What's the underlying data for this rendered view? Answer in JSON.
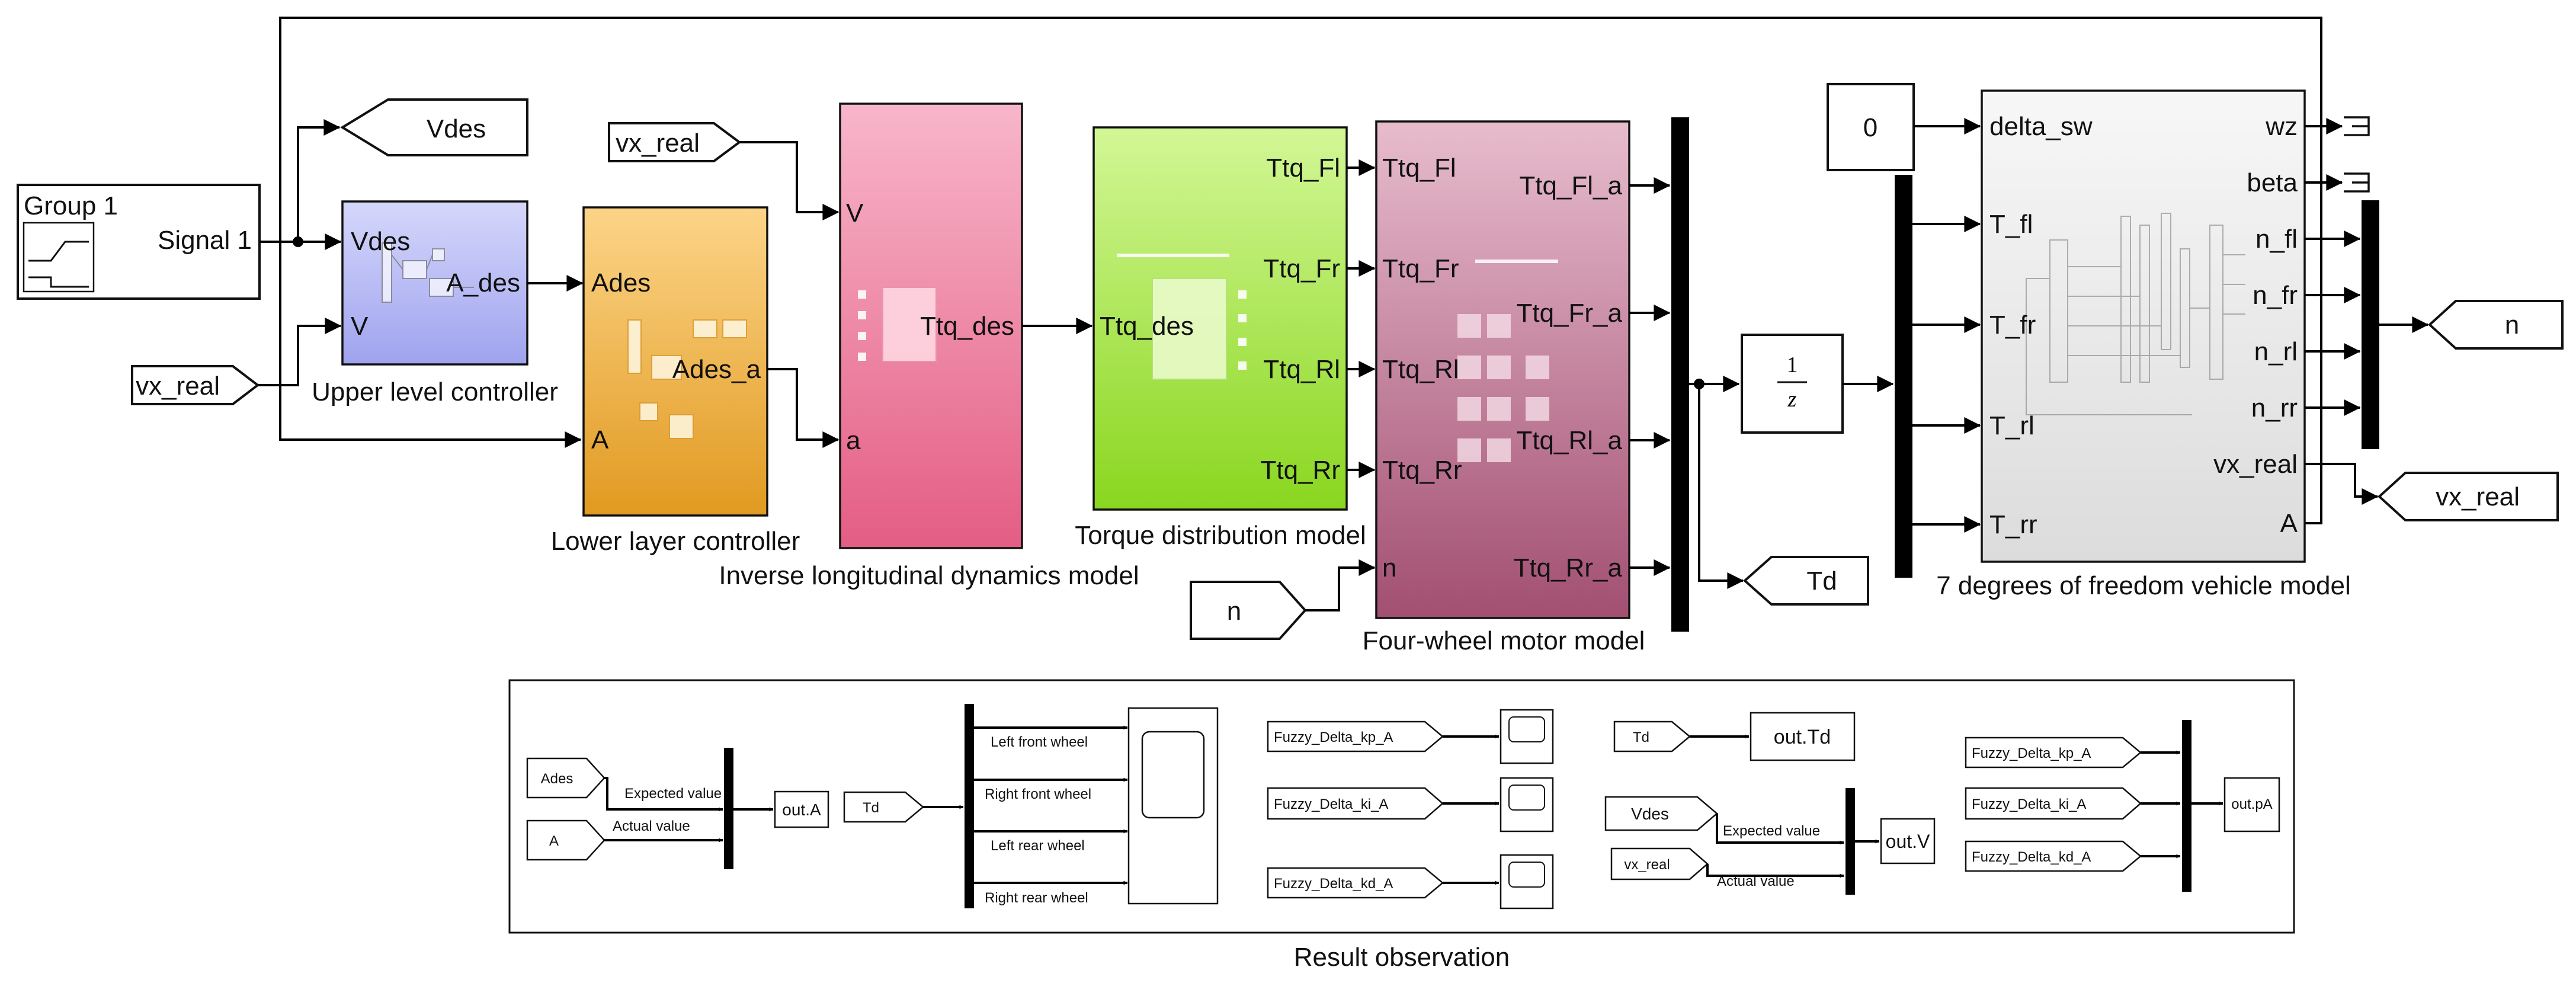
{
  "colors": {
    "upper_controller": "#b9bdf5",
    "lower_controller": "#f1b64b",
    "inverse_dynamics": "#ef92b0",
    "torque_distribution": "#a9e24a",
    "motor_model": "#c97f9c",
    "vehicle_model": "#eeeeee"
  },
  "signal_builder": {
    "title": "Group 1",
    "port": "Signal 1"
  },
  "tags": {
    "vdes_goto": "Vdes",
    "vx_real_from_left": "vx_real",
    "vx_real_from_top": "vx_real",
    "n_from": "n",
    "td_goto": "Td",
    "n_goto": "n",
    "vx_real_goto": "vx_real"
  },
  "upper_controller": {
    "caption": "Upper level controller",
    "in1": "Vdes",
    "in2": "V",
    "out": "A_des"
  },
  "lower_controller": {
    "caption": "Lower layer controller",
    "in1": "Ades",
    "in2": "A",
    "out": "Ades_a"
  },
  "inverse_dynamics": {
    "caption": "Inverse longitudinal dynamics model",
    "in1": "V",
    "in2": "a",
    "out": "Ttq_des"
  },
  "torque_distribution": {
    "caption": "Torque distribution model",
    "in": "Ttq_des",
    "out1": "Ttq_Fl",
    "out2": "Ttq_Fr",
    "out3": "Ttq_Rl",
    "out4": "Ttq_Rr"
  },
  "motor_model": {
    "caption": "Four-wheel motor model",
    "in1": "Ttq_Fl",
    "in2": "Ttq_Fr",
    "in3": "Ttq_Rl",
    "in4": "Ttq_Rr",
    "in5": "n",
    "out1": "Ttq_Fl_a",
    "out2": "Ttq_Fr_a",
    "out3": "Ttq_Rl_a",
    "out4": "Ttq_Rr_a"
  },
  "delay_block": {
    "num": "1",
    "den": "z"
  },
  "constant_block": {
    "value": "0"
  },
  "vehicle_model": {
    "caption": "7 degrees of freedom vehicle model",
    "in1": "delta_sw",
    "in2": "T_fl",
    "in3": "T_fr",
    "in4": "T_rl",
    "in5": "T_rr",
    "out1": "wz",
    "out2": "beta",
    "out3": "n_fl",
    "out4": "n_fr",
    "out5": "n_rl",
    "out6": "n_rr",
    "out7": "vx_real",
    "out8": "A"
  },
  "result": {
    "caption": "Result observation",
    "g1": {
      "from1": "Ades",
      "from2": "A",
      "label1": "Expected value",
      "label2": "Actual value",
      "out": "out.A"
    },
    "g2": {
      "from": "Td",
      "l1": "Left front wheel",
      "l2": "Right front wheel",
      "l3": "Left rear wheel",
      "l4": "Right rear wheel"
    },
    "g3": {
      "f1": "Fuzzy_Delta_kp_A",
      "f2": "Fuzzy_Delta_ki_A",
      "f3": "Fuzzy_Delta_kd_A"
    },
    "g4": {
      "from_td": "Td",
      "out_td": "out.Td",
      "from1": "Vdes",
      "from2": "vx_real",
      "label1": "Expected value",
      "label2": "Actual value",
      "out": "out.V"
    },
    "g5": {
      "f1": "Fuzzy_Delta_kp_A",
      "f2": "Fuzzy_Delta_ki_A",
      "f3": "Fuzzy_Delta_kd_A",
      "out": "out.pA"
    }
  }
}
